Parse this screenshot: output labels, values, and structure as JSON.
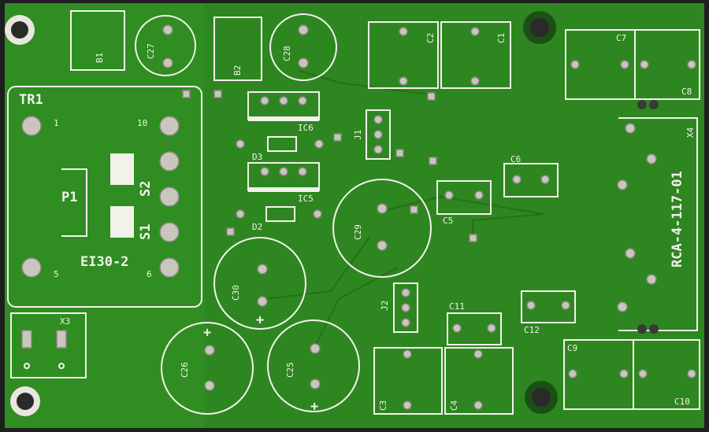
{
  "colors": {
    "board": "#2f8d22",
    "board_dark": "#29791d",
    "silkscreen": "#f2f2ea",
    "pad": "#c9c6bd",
    "background": "#1e1e1e"
  },
  "labels": {
    "tr1": "TR1",
    "pin1": "1",
    "pin10": "10",
    "pin5": "5",
    "pin6": "6",
    "p1": "P1",
    "s2": "S2",
    "s1": "S1",
    "ei": "EI30-2",
    "b1": "B1",
    "b2": "B2",
    "c27": "C27",
    "c28": "C28",
    "c2": "C2",
    "c1": "C1",
    "c7": "C7",
    "c8": "C8",
    "x4": "X4",
    "ic6": "IC6",
    "ic5": "IC5",
    "j1": "J1",
    "d3": "D3",
    "d2": "D2",
    "c6": "C6",
    "c5": "C5",
    "c29": "C29",
    "c30": "C30",
    "c26": "C26",
    "c25": "C25",
    "j2": "J2",
    "c11": "C11",
    "c12": "C12",
    "c9": "C9",
    "c10": "C10",
    "c3": "C3",
    "c4": "C4",
    "x3": "X3",
    "board_id": "RCA-4-117-01",
    "plus": "+"
  }
}
